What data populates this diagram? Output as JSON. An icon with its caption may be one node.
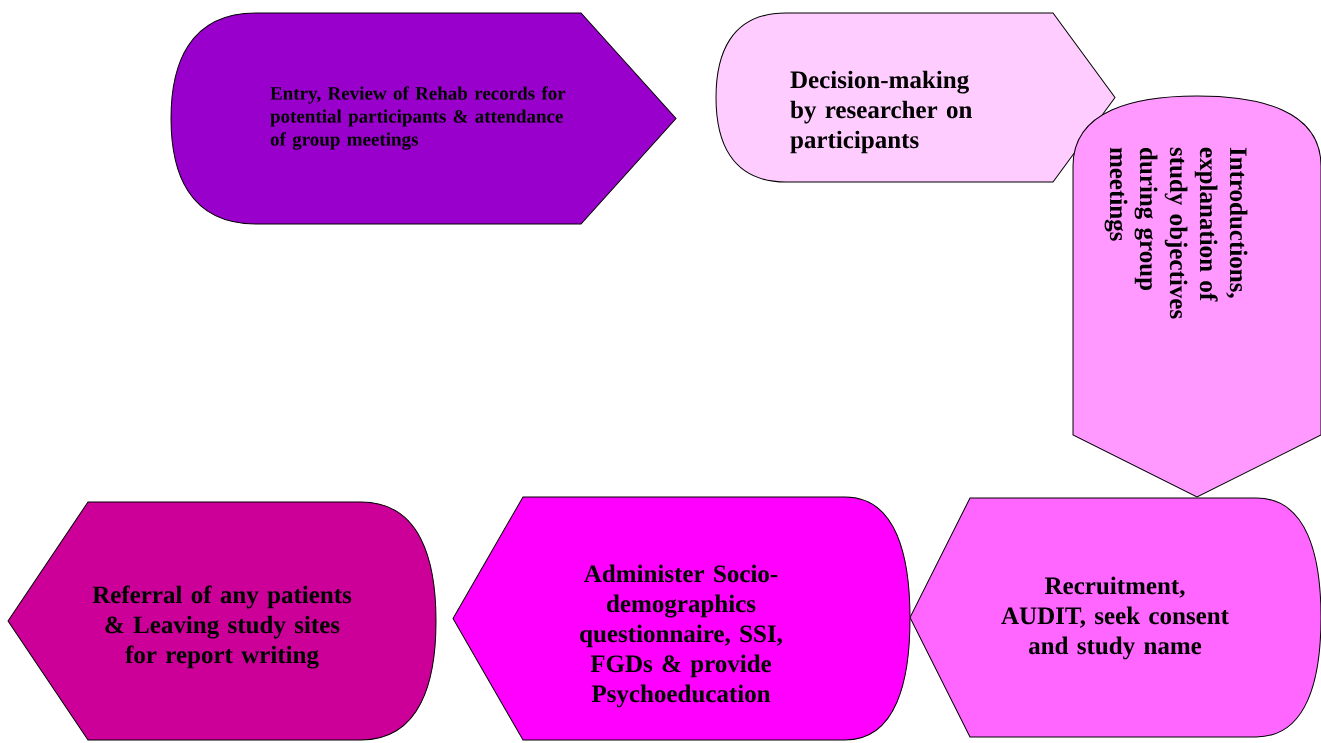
{
  "diagram": {
    "nodes": [
      {
        "text": [
          "Entry, Review of Rehab records for potential participants & attendance of group meetings"
        ]
      },
      {
        "text": [
          "Decision-making by researcher on participants"
        ]
      },
      {
        "text": [
          "Introductions, explanation of study objectives during group meetings"
        ]
      },
      {
        "text": [
          "Recruitment, AUDIT, seek consent and study name"
        ]
      },
      {
        "text": [
          "Administer Socio-demographics questionnaire, SSI, FGDs & provide Psychoeducation"
        ]
      },
      {
        "text": [
          "Referral of any patients & Leaving study sites for report writing"
        ]
      }
    ]
  }
}
